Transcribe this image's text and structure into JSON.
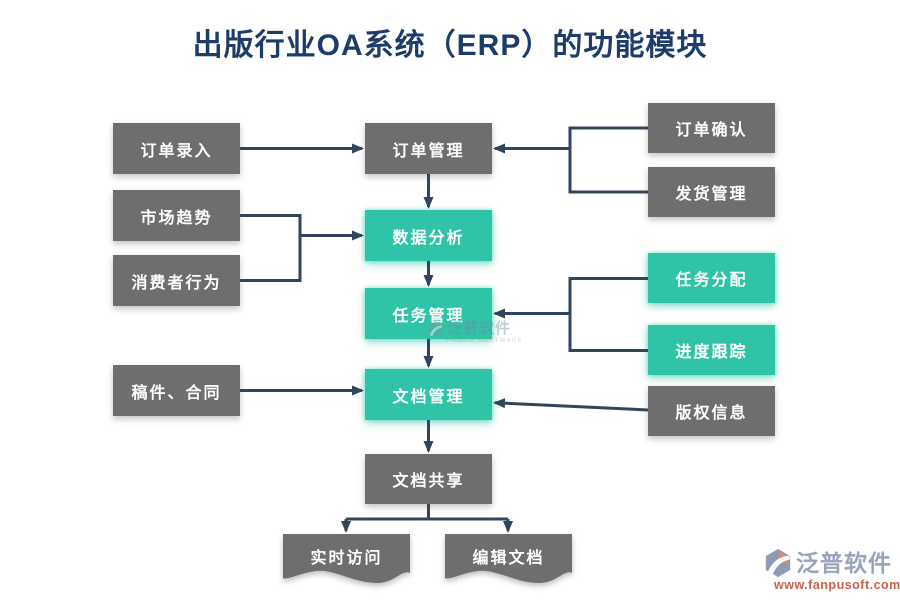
{
  "title": "出版行业OA系统（ERP）的功能模块",
  "colors": {
    "title": "#1d3c6a",
    "node_teal": "#2fc3a8",
    "node_gray": "#6e6e6e",
    "connector": "#31455c",
    "logo_text": "#98a3bc",
    "logo_url": "#c4634b"
  },
  "nodes": {
    "order_entry": {
      "label": "订单录入",
      "style": "gray"
    },
    "market_trend": {
      "label": "市场趋势",
      "style": "gray"
    },
    "consumer_behavior": {
      "label": "消费者行为",
      "style": "gray"
    },
    "manuscript_contract": {
      "label": "稿件、合同",
      "style": "gray"
    },
    "order_management": {
      "label": "订单管理",
      "style": "gray"
    },
    "data_analysis": {
      "label": "数据分析",
      "style": "teal"
    },
    "task_management": {
      "label": "任务管理",
      "style": "teal"
    },
    "document_management": {
      "label": "文档管理",
      "style": "teal"
    },
    "document_sharing": {
      "label": "文档共享",
      "style": "gray"
    },
    "order_confirmation": {
      "label": "订单确认",
      "style": "gray"
    },
    "shipping_management": {
      "label": "发货管理",
      "style": "gray"
    },
    "task_assignment": {
      "label": "任务分配",
      "style": "teal"
    },
    "progress_tracking": {
      "label": "进度跟踪",
      "style": "teal"
    },
    "copyright_info": {
      "label": "版权信息",
      "style": "gray"
    },
    "realtime_access": {
      "label": "实时访问",
      "style": "gray-document"
    },
    "edit_document": {
      "label": "编辑文档",
      "style": "gray-document"
    }
  },
  "edges": [
    {
      "from": "订单录入",
      "to": "订单管理"
    },
    {
      "from": "市场趋势",
      "to": "数据分析"
    },
    {
      "from": "消费者行为",
      "to": "数据分析"
    },
    {
      "from": "订单管理",
      "to": "数据分析"
    },
    {
      "from": "数据分析",
      "to": "任务管理"
    },
    {
      "from": "任务管理",
      "to": "文档管理"
    },
    {
      "from": "稿件、合同",
      "to": "文档管理"
    },
    {
      "from": "文档管理",
      "to": "文档共享"
    },
    {
      "from": "文档共享",
      "to": "实时访问"
    },
    {
      "from": "文档共享",
      "to": "编辑文档"
    },
    {
      "from": "订单确认",
      "to": "订单管理"
    },
    {
      "from": "发货管理",
      "to": "订单管理"
    },
    {
      "from": "任务分配",
      "to": "任务管理"
    },
    {
      "from": "进度跟踪",
      "to": "任务管理"
    },
    {
      "from": "版权信息",
      "to": "文档管理"
    }
  ],
  "watermark": {
    "text": "泛普软件",
    "subtext": "FANPU SOFTWARE"
  },
  "logo": {
    "name": "泛普软件",
    "url": "www.fanpusoft.com"
  }
}
